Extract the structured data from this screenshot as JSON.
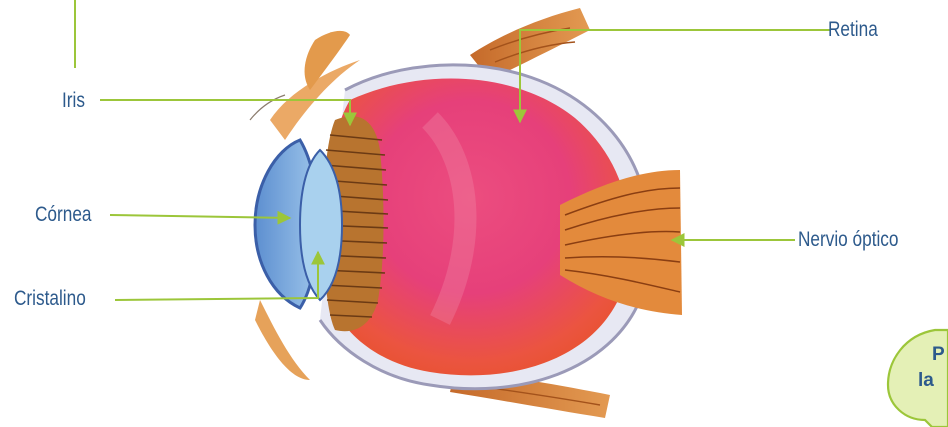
{
  "labels": {
    "iris": "Iris",
    "cornea": "Córnea",
    "lens": "Cristalino",
    "retina": "Retina",
    "optic_nerve": "Nervio óptico"
  },
  "bubble": {
    "line1": "P",
    "line2": "la"
  },
  "colors": {
    "label_text": "#2d5a8c",
    "leader_line": "#9cc63a",
    "bubble_fill": "#e4f0b6",
    "bubble_stroke": "#9cc63a"
  }
}
